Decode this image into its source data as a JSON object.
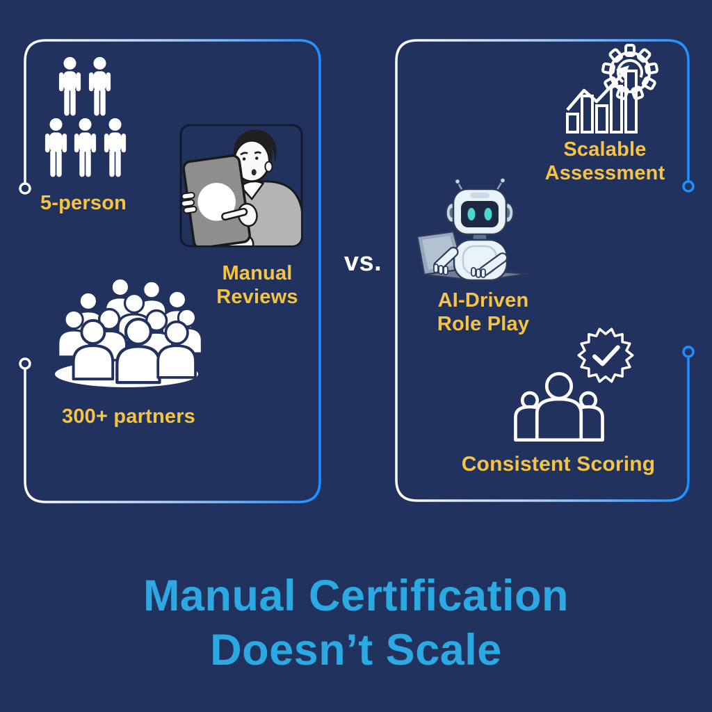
{
  "colors": {
    "background": "#22325E",
    "label_yellow": "#F6C443",
    "title_blue": "#2BA9E2",
    "border_blue": "#1E8FFF",
    "border_white": "#FFFFFF",
    "icon_white": "#FFFFFF",
    "robot_eye_teal": "#4AD7CD"
  },
  "left_panel": {
    "team_size_label": "5-person",
    "manual_reviews_label": {
      "line1": "Manual",
      "line2": "Reviews"
    },
    "partners_label": "300+ partners",
    "icons": [
      "five-person-team-icon",
      "manual-review-illustration",
      "partners-crowd-icon"
    ]
  },
  "comparison": {
    "vs_label": "vs."
  },
  "right_panel": {
    "scalable_label": {
      "line1": "Scalable",
      "line2": "Assessment"
    },
    "ai_label": {
      "line1": "AI-Driven",
      "line2": "Role Play"
    },
    "scoring_label": "Consistent Scoring",
    "icons": [
      "growth-chart-gear-icon",
      "ai-robot-illustration",
      "verified-badge-icon",
      "people-group-icon"
    ]
  },
  "footer_title": {
    "line1": "Manual Certification",
    "line2": "Doesn’t Scale"
  }
}
